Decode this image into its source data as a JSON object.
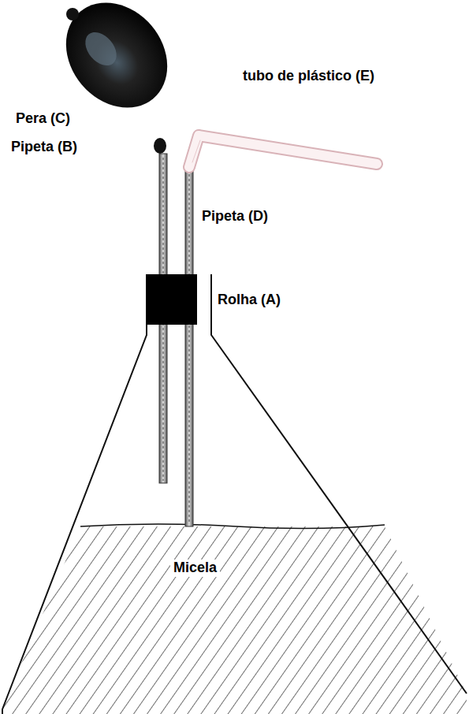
{
  "diagram": {
    "labels": [
      "Pera (C)",
      "Pipeta (B)",
      "tubo de plástico (E)",
      "Pipeta (D)",
      "Rolha (A)",
      "Micela"
    ]
  }
}
